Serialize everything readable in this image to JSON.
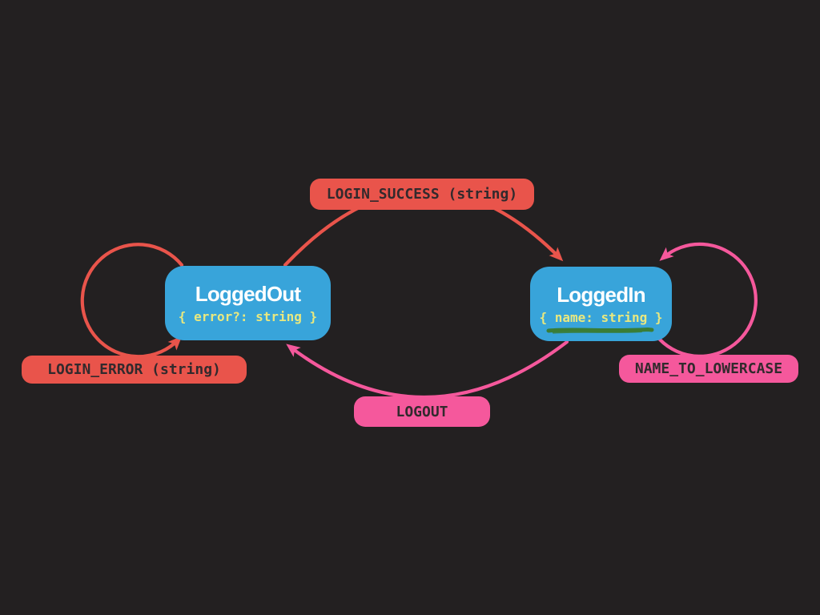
{
  "colors": {
    "background": "#232021",
    "state_fill": "#38a4da",
    "state_title_text": "#ffffff",
    "state_context_text": "#e9e87f",
    "event_red": "#e9544b",
    "event_pink": "#f5589c",
    "event_label_text": "#322a2d",
    "underline_green": "#3a7d36"
  },
  "states": {
    "logged_out": {
      "title": "LoggedOut",
      "context": "{ error?: string }"
    },
    "logged_in": {
      "title": "LoggedIn",
      "context": "{ name: string }"
    }
  },
  "events": {
    "login_success": {
      "label": "LOGIN_SUCCESS (string)"
    },
    "login_error": {
      "label": "LOGIN_ERROR (string)"
    },
    "logout": {
      "label": "LOGOUT"
    },
    "name_to_lowercase": {
      "label": "NAME_TO_LOWERCASE"
    }
  },
  "transitions": [
    {
      "from": "LoggedOut",
      "to": "LoggedIn",
      "event": "LOGIN_SUCCESS (string)"
    },
    {
      "from": "LoggedOut",
      "to": "LoggedOut",
      "event": "LOGIN_ERROR (string)"
    },
    {
      "from": "LoggedIn",
      "to": "LoggedOut",
      "event": "LOGOUT"
    },
    {
      "from": "LoggedIn",
      "to": "LoggedIn",
      "event": "NAME_TO_LOWERCASE"
    }
  ]
}
